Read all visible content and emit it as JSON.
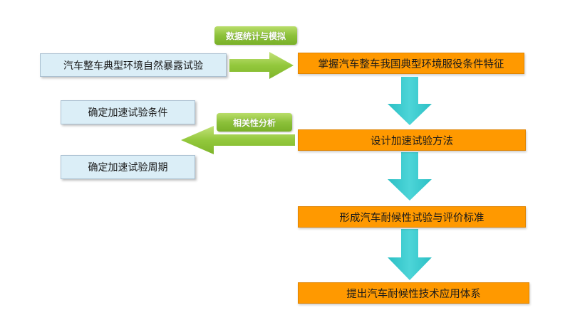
{
  "tags": {
    "data_stats": "数据统计与模拟",
    "correlation": "相关性分析"
  },
  "left_boxes": {
    "exposure_test": "汽车整车典型环境自然暴露试验",
    "conditions": "确定加速试验条件",
    "period": "确定加速试验周期"
  },
  "flow_boxes": {
    "master": "掌握汽车整车我国典型环境服役条件特征",
    "design": "设计加速试验方法",
    "standard": "形成汽车耐候性试验与评价标准",
    "apply": "提出汽车耐候性技术应用体系"
  },
  "colors": {
    "orange": "#ff9900",
    "light_blue": "#dbeef7",
    "arrow_green": "#8cc63f",
    "arrow_cyan": "#33cccc"
  },
  "icons": {
    "right_arrow": "green-right-arrow-icon",
    "left_arrow": "green-left-arrow-icon",
    "down_arrow": "cyan-down-arrow-icon"
  }
}
